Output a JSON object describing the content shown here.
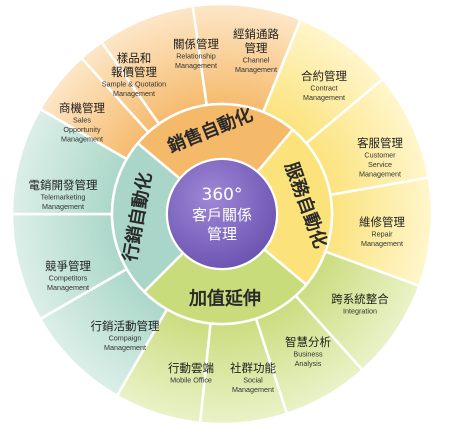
{
  "core": {
    "title": "360°",
    "line1": "客戶關係",
    "line2": "管理"
  },
  "categories": [
    {
      "label": "銷售自動化",
      "color": "#f5b96a",
      "color_light": "#fde7c8"
    },
    {
      "label": "服務自動化",
      "color": "#fbe27a",
      "color_light": "#fff6cc"
    },
    {
      "label": "加值延伸",
      "color": "#c9dc7c",
      "color_light": "#eaf2c8"
    },
    {
      "label": "行銷自動化",
      "color": "#a9d6c8",
      "color_light": "#dcefe8"
    }
  ],
  "segments": [
    {
      "zh": "關係管理",
      "en": [
        "Relationship",
        "Management"
      ]
    },
    {
      "zh": "經銷通路",
      "zh2": "管理",
      "en": [
        "Channel",
        "Management"
      ]
    },
    {
      "zh": "合約管理",
      "en": [
        "Contract",
        "Management"
      ]
    },
    {
      "zh": "客服管理",
      "en": [
        "Customer",
        "Service",
        "Management"
      ]
    },
    {
      "zh": "維修管理",
      "en": [
        "Repair",
        "Management"
      ]
    },
    {
      "zh": "跨系統整合",
      "en": [
        "Integration"
      ]
    },
    {
      "zh": "智慧分析",
      "en": [
        "Business",
        "Analysis"
      ]
    },
    {
      "zh": "社群功能",
      "en": [
        "Social",
        "Management"
      ]
    },
    {
      "zh": "行動雲端",
      "en": [
        "Mobile Office"
      ]
    },
    {
      "zh": "行銷活動管理",
      "en": [
        "Compaign",
        "Management"
      ]
    },
    {
      "zh": "競爭管理",
      "en": [
        "Competitors",
        "Management"
      ]
    },
    {
      "zh": "電銷開發管理",
      "en": [
        "Telemarketing",
        "Management"
      ]
    },
    {
      "zh": "商機管理",
      "en": [
        "Sales",
        "Opportunity",
        "Management"
      ]
    },
    {
      "zh": "樣品和",
      "zh2": "報價管理",
      "en": [
        "Sample & Quotation",
        "Management"
      ]
    }
  ]
}
